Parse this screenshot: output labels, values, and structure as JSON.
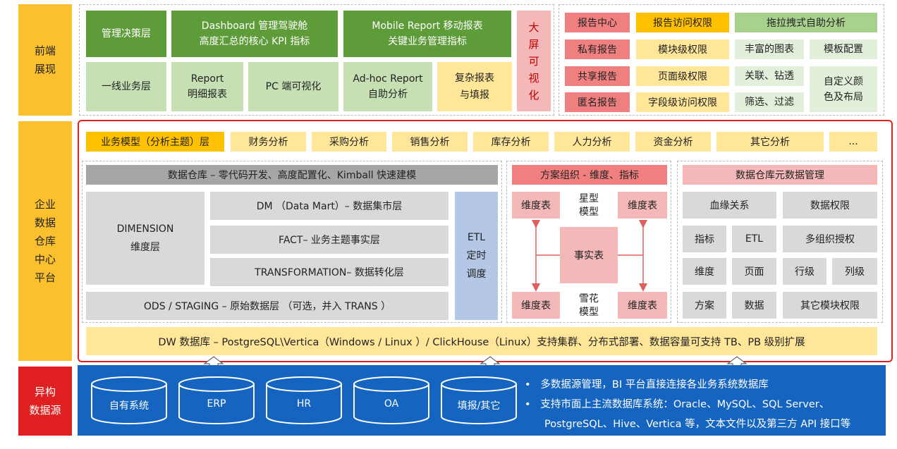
{
  "sides": {
    "front": "前端\n展现",
    "edw": "企业\n数据\n仓库\n中心\n平台",
    "src": "异构\n数据源"
  },
  "front": {
    "mgmt": "管理决策层",
    "dash1": "Dashboard 管理驾驶舱",
    "dash2": "高度汇总的核心 KPI 指标",
    "mob1": "Mobile Report 移动报表",
    "mob2": "关键业务管理指标",
    "frontline": "一线业务层",
    "rep1": "Report",
    "rep2": "明细报表",
    "pc": "PC 端可视化",
    "adhoc1": "Ad-hoc Report",
    "adhoc2": "自助分析",
    "complex1": "复杂报表",
    "complex2": "与填报",
    "bigscreen": [
      "大",
      "屏",
      "可",
      "视",
      "化"
    ],
    "reports": [
      "报告中心",
      "私有报告",
      "共享报告",
      "匿名报告"
    ],
    "perms": [
      "报告访问权限",
      "模块级权限",
      "页面级权限",
      "字段级访问权限"
    ],
    "dragdrop": "拖拉拽式自助分析",
    "f1": "丰富的图表",
    "f2": "模板配置",
    "f3": "关联、钻透",
    "f4": "筛选、过滤",
    "f5a": "自定义颜",
    "f5b": "色及布局"
  },
  "edw": {
    "model_head": "业务模型（分析主题）层",
    "models": [
      "财务分析",
      "采购分析",
      "销售分析",
      "库存分析",
      "人力分析",
      "资金分析",
      "其它分析",
      "..."
    ],
    "dw_title": "数据仓库 – 零代码开发、高度配置化、Kimball 快速建模",
    "dim1": "DIMENSION",
    "dim2": "维度层",
    "dm": "DM （Data Mart）– 数据集市层",
    "fact": "FACT– 业务主题事实层",
    "trans": "TRANSFORMATION– 数据转化层",
    "ods": "ODS / STAGING – 原始数据层 （可选，并入 TRANS ）",
    "etl": [
      "ETL",
      "定时",
      "调度"
    ],
    "scheme_title": "方案组织 - 维度、指标",
    "dimtbl": "维度表",
    "star1": "星型",
    "star2": "模型",
    "facttbl": "事实表",
    "snow1": "雪花",
    "snow2": "模型",
    "meta_title": "数据仓库元数据管理",
    "lineage": "血缘关系",
    "dataperm": "数据权限",
    "metric": "指标",
    "etl2": "ETL",
    "multiorg": "多组织授权",
    "dimension": "维度",
    "page": "页面",
    "row": "行级",
    "col": "列级",
    "scheme": "方案",
    "data": "数据",
    "othermod": "其它模块权限",
    "dwdb": "DW 数据库 – PostgreSQL\\Vertica（Windows / Linux ）/ ClickHouse（Linux）支持集群、分布式部署、数据容量可支持 TB、PB 级别扩展"
  },
  "sources": {
    "dbs": [
      "自有系统",
      "ERP",
      "HR",
      "OA",
      "填报/其它"
    ],
    "bullet1": "多数据源管理，BI 平台直接连接各业务系统数据库",
    "bullet2a": "支持市面上主流数据库系统：Oracle、MySQL、SQL Server、",
    "bullet2b": "PostgreSQL、Hive、Vertica 等，文本文件以及第三方 API 接口等"
  },
  "colors": {
    "green": "#5e9c3a",
    "yellow": "#fbc02d",
    "red": "#e02020",
    "blue": "#1565c0"
  }
}
